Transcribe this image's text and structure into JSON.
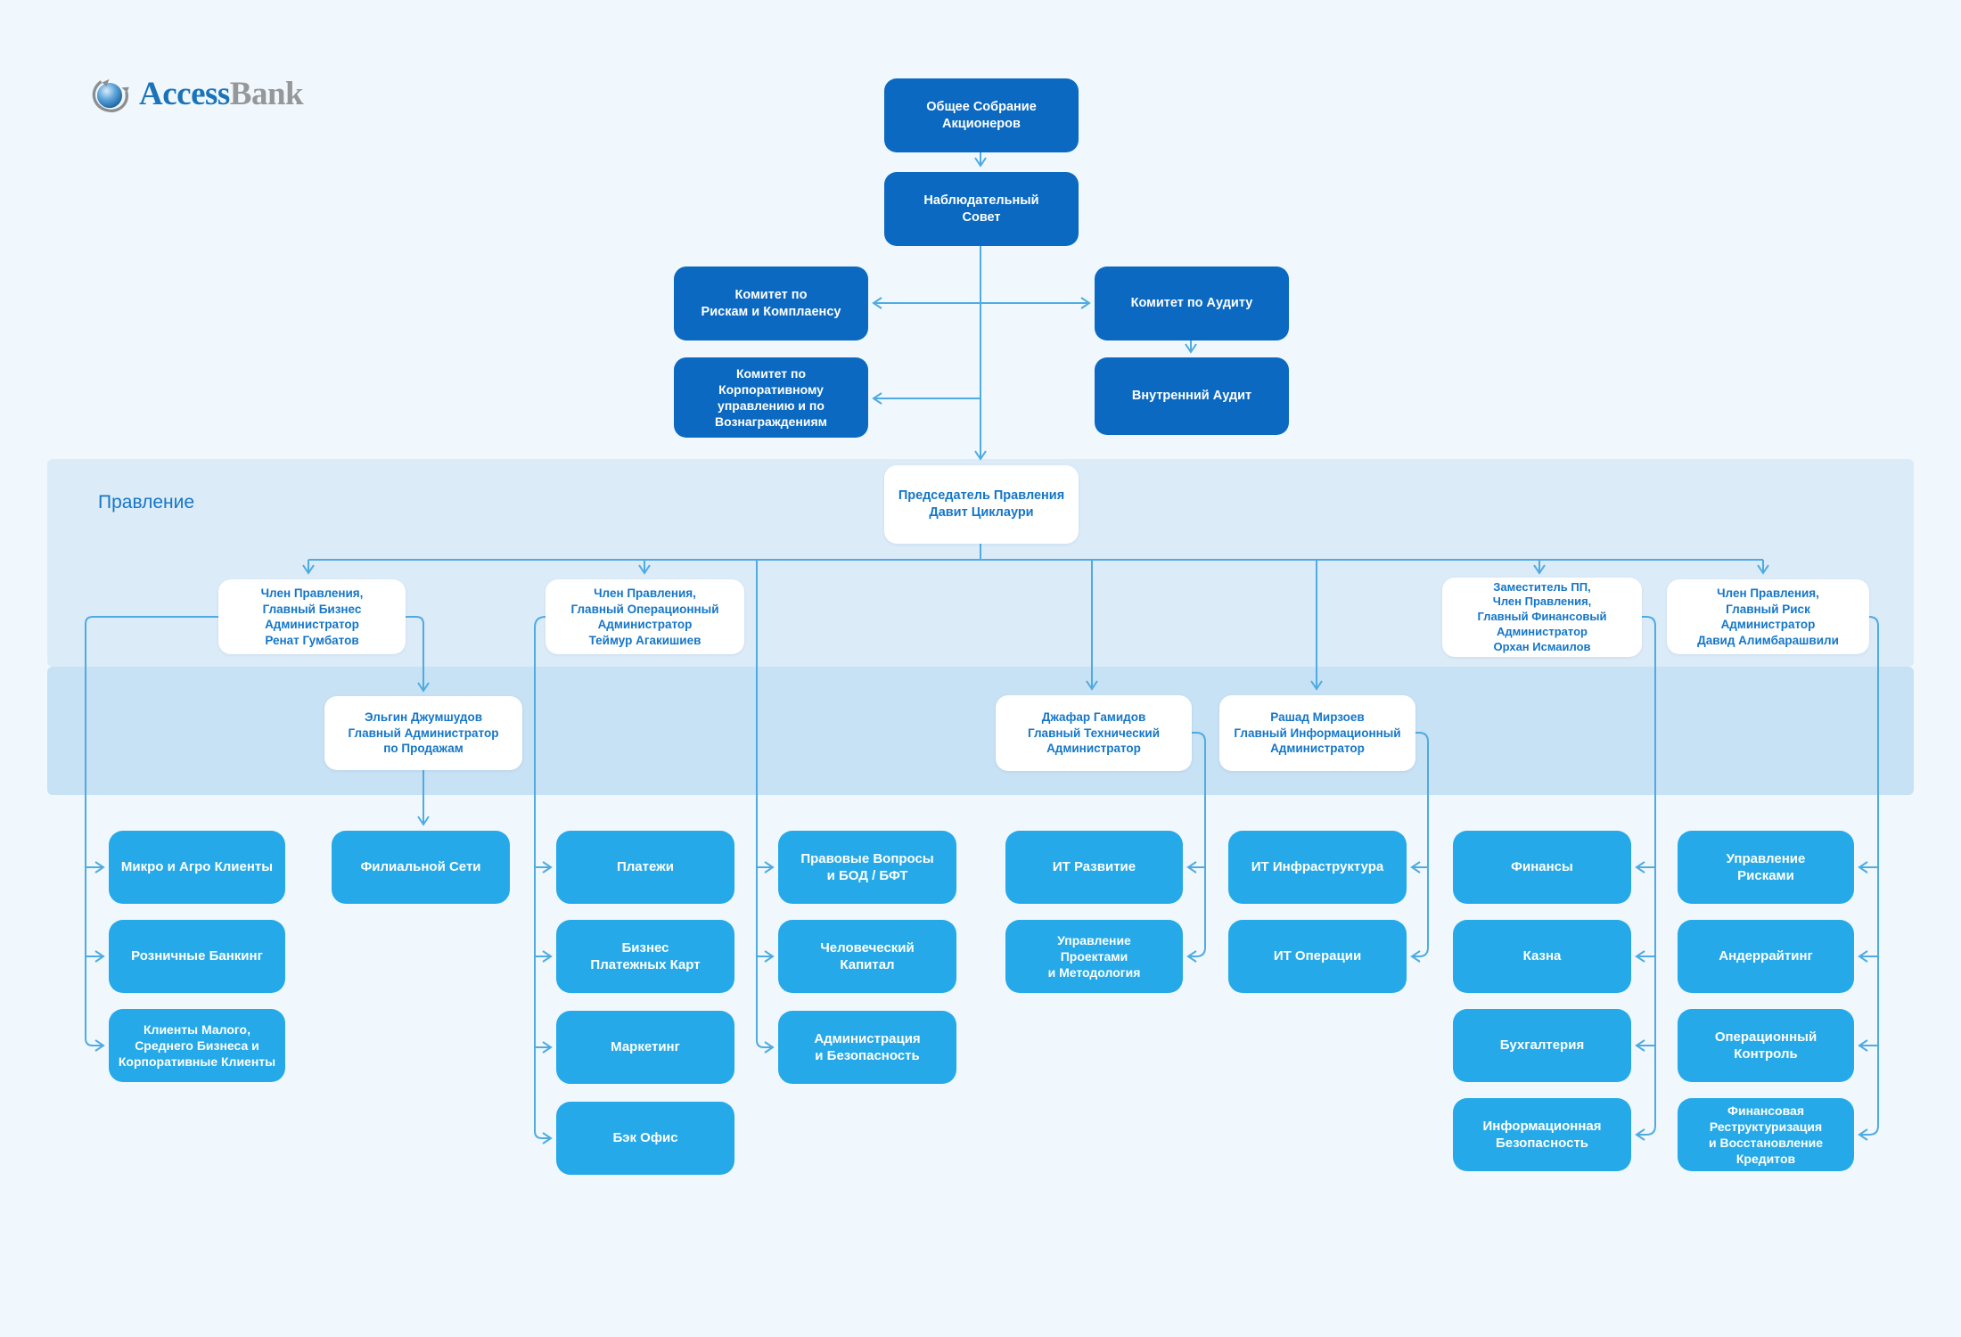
{
  "brand": {
    "name_primary": "Access",
    "name_secondary": "Bank"
  },
  "colors": {
    "background": "#f0f8fd",
    "dark_box": "#0b69c1",
    "light_box": "#25a9e8",
    "white_box_text": "#1476c8",
    "board_band": "#dcebf8",
    "sub_band": "#c7e1f5",
    "connector": "#4fabe1",
    "logo_blue": "#1b74ba",
    "logo_gray": "#95979a"
  },
  "governance": {
    "shareholders": "Общее Собрание\nАкционеров",
    "supervisory_board": "Наблюдательный\nСовет",
    "risk_compliance_committee": "Комитет по\nРискам и Комплаенсу",
    "corporate_governance_committee": "Комитет по\nКорпоративному\nуправлению и по\nВознаграждениям",
    "audit_committee": "Комитет по Аудиту",
    "internal_audit": "Внутренний Аудит"
  },
  "board": {
    "section_label": "Правление",
    "chairman": "Председатель Правления\nДавит Циклаури",
    "members": {
      "business": "Член Правления,\nГлавный Бизнес\nАдминистратор\nРенат Гумбатов",
      "operations": "Член Правления,\nГлавный Операционный\nАдминистратор\nТеймур Агакишиев",
      "finance": "Заместитель ПП,\nЧлен Правления,\nГлавный Финансовый\nАдминистратор\nОрхан Исмаилов",
      "risk": "Член Правления,\nГлавный Риск\nАдминистратор\nДавид Алимбарашвили"
    },
    "administrators": {
      "sales": "Эльгин Джумшудов\nГлавный Администратор\nпо Продажам",
      "technical": "Джафар Гамидов\nГлавный Технический\nАдминистратор",
      "information": "Рашад Мирзоев\nГлавный Информационный\nАдминистратор"
    }
  },
  "departments": {
    "micro_agro": "Микро и Агро Клиенты",
    "retail": "Розничные Банкинг",
    "sme_corporate": "Клиенты Малого,\nСреднего  Бизнеса и\nКорпоративные Клиенты",
    "branch_network": "Филиальной Сети",
    "payments": "Платежи",
    "card_business": "Бизнес\nПлатежных Карт",
    "marketing": "Маркетинг",
    "back_office": "Бэк Офис",
    "legal_aml": "Правовые Вопросы\nи БОД / БФТ",
    "human_capital": "Человеческий\nКапитал",
    "administration_security": "Администрация\nи Безопасность",
    "it_development": "ИТ Развитие",
    "project_management": "Управление\nПроектами\nи Методология",
    "it_infrastructure": "ИТ Инфраструктура",
    "it_operations": "ИТ Операции",
    "finance": "Финансы",
    "treasury": "Казна",
    "accounting": "Бухгалтерия",
    "information_security": "Информационная\nБезопасность",
    "risk_management": "Управление\nРисками",
    "underwriting": "Андеррайтинг",
    "operational_control": "Операционный\nКонтроль",
    "financial_restructuring": "Финансовая\nРеструктуризация\nи Восстановление\nКредитов"
  }
}
